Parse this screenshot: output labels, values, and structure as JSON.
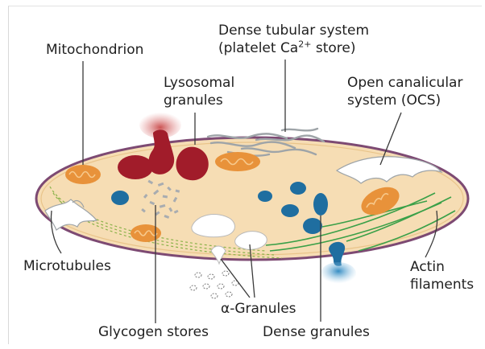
{
  "labels": {
    "mitochondrion": "Mitochondrion",
    "dense_tubular_line1": "Dense tubular system",
    "dense_tubular_line2_pre": "(platelet Ca",
    "dense_tubular_line2_sup": "2+",
    "dense_tubular_line2_post": " store)",
    "lysosomal_line1": "Lysosomal",
    "lysosomal_line2": "granules",
    "ocs_line1": "Open canalicular",
    "ocs_line2": "system (OCS)",
    "microtubules": "Microtubules",
    "actin_line1": "Actin",
    "actin_line2": "filaments",
    "alpha_granules": "α-Granules",
    "glycogen_stores": "Glycogen stores",
    "dense_granules": "Dense granules"
  },
  "colors": {
    "cytoplasm": "#f6ddb4",
    "membrane": "#7d4a73",
    "mitochondrion": "#e8923a",
    "lysosome": "#a11c2a",
    "dense_granule": "#1f6ea0",
    "tubular": "#9ea4a8",
    "glycogen": "#a8acb0",
    "actin": "#3aa048",
    "microtubule": "#8bb24a",
    "leader_line": "#3a3a3a"
  }
}
